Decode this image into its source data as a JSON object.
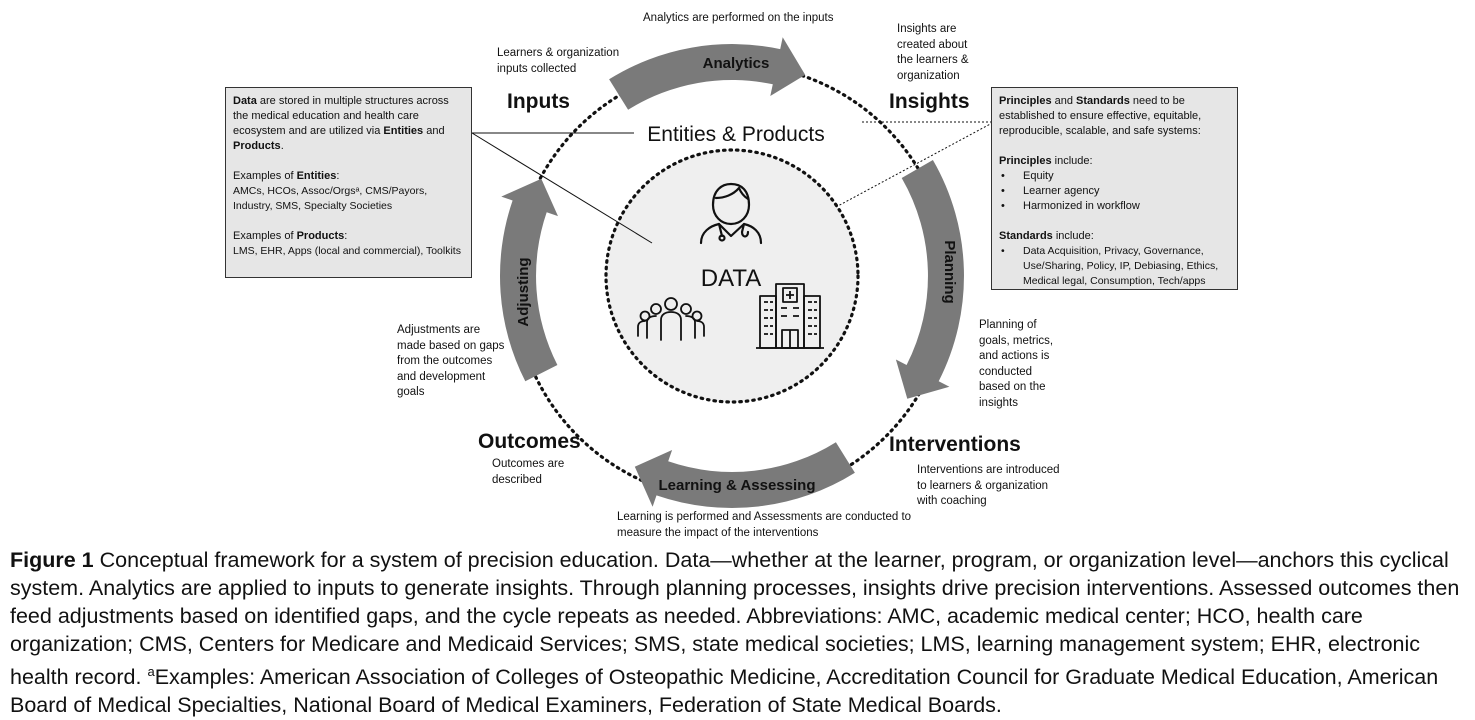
{
  "stages": {
    "inputs": "Inputs",
    "insights": "Insights",
    "interventions": "Interventions",
    "outcomes": "Outcomes"
  },
  "arrows": {
    "analytics": "Analytics",
    "planning": "Planning",
    "learning": "Learning & Assessing",
    "adjusting": "Adjusting"
  },
  "notes": {
    "analytics_top": "Analytics are performed on the inputs",
    "learners_inputs": "Learners & organization inputs collected",
    "insights_created": "Insights are created about the learners & organization",
    "planning_of": "Planning of goals, metrics, and actions is conducted based on the insights",
    "interventions_intro": "Interventions are introduced to learners & organization with coaching",
    "learning_assess": "Learning is performed and Assessments are conducted to measure the impact of the interventions",
    "outcomes_desc": "Outcomes are described",
    "adjustments": "Adjustments are made based on gaps from the outcomes and development goals"
  },
  "center": {
    "ring_label": "Entities & Products",
    "data_label": "DATA"
  },
  "left_box": {
    "p1_pre": "Data",
    "p1_mid1": " are stored in multiple structures across the medical education and health care ecosystem and are utilized via ",
    "p1_entities": "Entities",
    "p1_and": " and ",
    "p1_products": "Products",
    "p1_end": ".",
    "ex_entities_pre": "Examples of ",
    "ex_entities_bold": "Entities",
    "ex_entities_end": ":",
    "entities_list": "AMCs, HCOs, Assoc/Orgsᵃ, CMS/Payors, Industry, SMS, Specialty Societies",
    "ex_products_pre": "Examples of ",
    "ex_products_bold": "Products",
    "ex_products_end": ":",
    "products_list": "LMS, EHR, Apps (local and commercial), Toolkits"
  },
  "right_box": {
    "principles": "Principles",
    "and": " and ",
    "standards": "Standards",
    "intro_end": " need to be established to ensure effective, equitable, reproducible, scalable, and safe systems:",
    "principles_head": "Principles",
    "include": " include:",
    "principles_items": [
      "Equity",
      "Learner agency",
      "Harmonized in workflow"
    ],
    "standards_head": "Standards",
    "standards_include": " include:",
    "standards_item": "Data Acquisition, Privacy, Governance, Use/Sharing,  Policy, IP, Debiasing, Ethics, Medical legal, Consumption, Tech/apps"
  },
  "caption": {
    "fig_label": "Figure 1",
    "text_main": " Conceptual framework for a system of precision education. Data—whether at the learner, program, or organization level—anchors this cyclical system. Analytics are applied to inputs to generate insights. Through planning processes, insights drive precision interventions. Assessed outcomes then feed adjustments based on identified gaps, and the cycle repeats as needed. Abbreviations: AMC, academic medical center; HCO, health care organization; CMS, Centers for Medicare and Medicaid Services; SMS, state medical societies; LMS, learning management system; EHR, electronic health record. ",
    "sup_a": "a",
    "text_tail": "Examples: American Association of Colleges of Osteopathic Medicine, Accreditation Council for Graduate Medical Education, American Board of Medical Specialties, National Board of Medical Examiners, Federation of State Medical Boards."
  },
  "colors": {
    "arrow_fill": "#7a7a7a",
    "box_fill": "#e6e6e6",
    "center_fill": "#efefef"
  },
  "icons": [
    "doctor-icon",
    "group-people-icon",
    "hospital-icon"
  ]
}
